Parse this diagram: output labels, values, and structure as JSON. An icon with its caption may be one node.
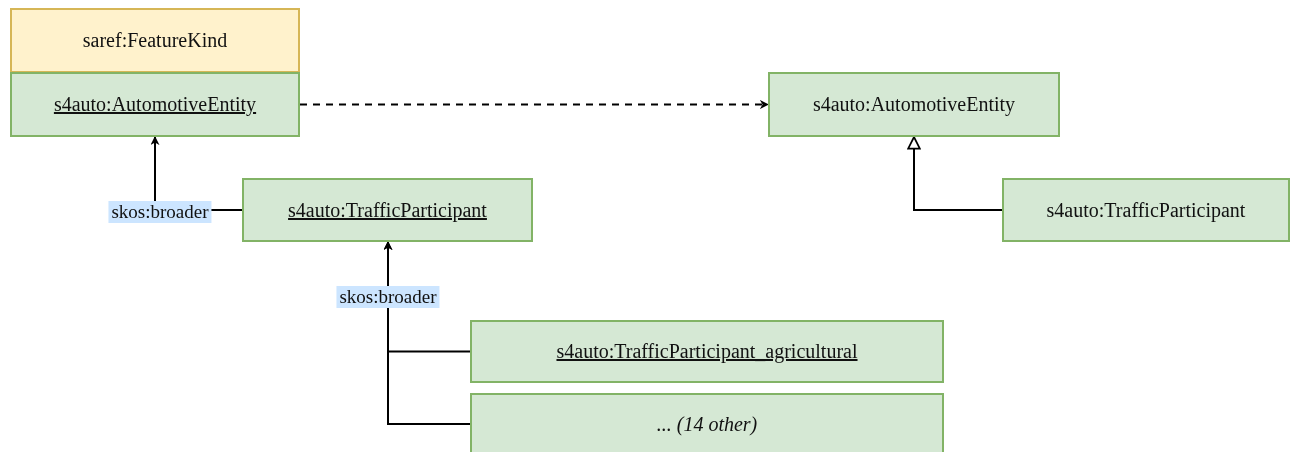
{
  "diagram": {
    "nodes": [
      {
        "text": [
          "saref:FeatureKind"
        ]
      },
      {
        "text": [
          "s4auto:AutomotiveEntity"
        ]
      },
      {
        "text": [
          "s4auto:TrafficParticipant"
        ]
      },
      {
        "text": [
          "s4auto:TrafficParticipant_agricultural"
        ]
      },
      {
        "text": [
          "... (14 other)"
        ]
      },
      {
        "text": [
          "s4auto:AutomotiveEntity"
        ]
      },
      {
        "text": [
          "s4auto:TrafficParticipant"
        ]
      }
    ],
    "edges": [
      {
        "from": 2,
        "to": 1,
        "arrow": "to",
        "label": "skos:broader"
      },
      {
        "from": 3,
        "to": 2,
        "arrow": "to",
        "label": "skos:broader"
      },
      {
        "from": 4,
        "to": 2,
        "arrow": "to"
      },
      {
        "from": 1,
        "to": 5,
        "arrow": "to",
        "style": "dashed"
      },
      {
        "from": 6,
        "to": 5,
        "arrow": "to"
      }
    ]
  }
}
